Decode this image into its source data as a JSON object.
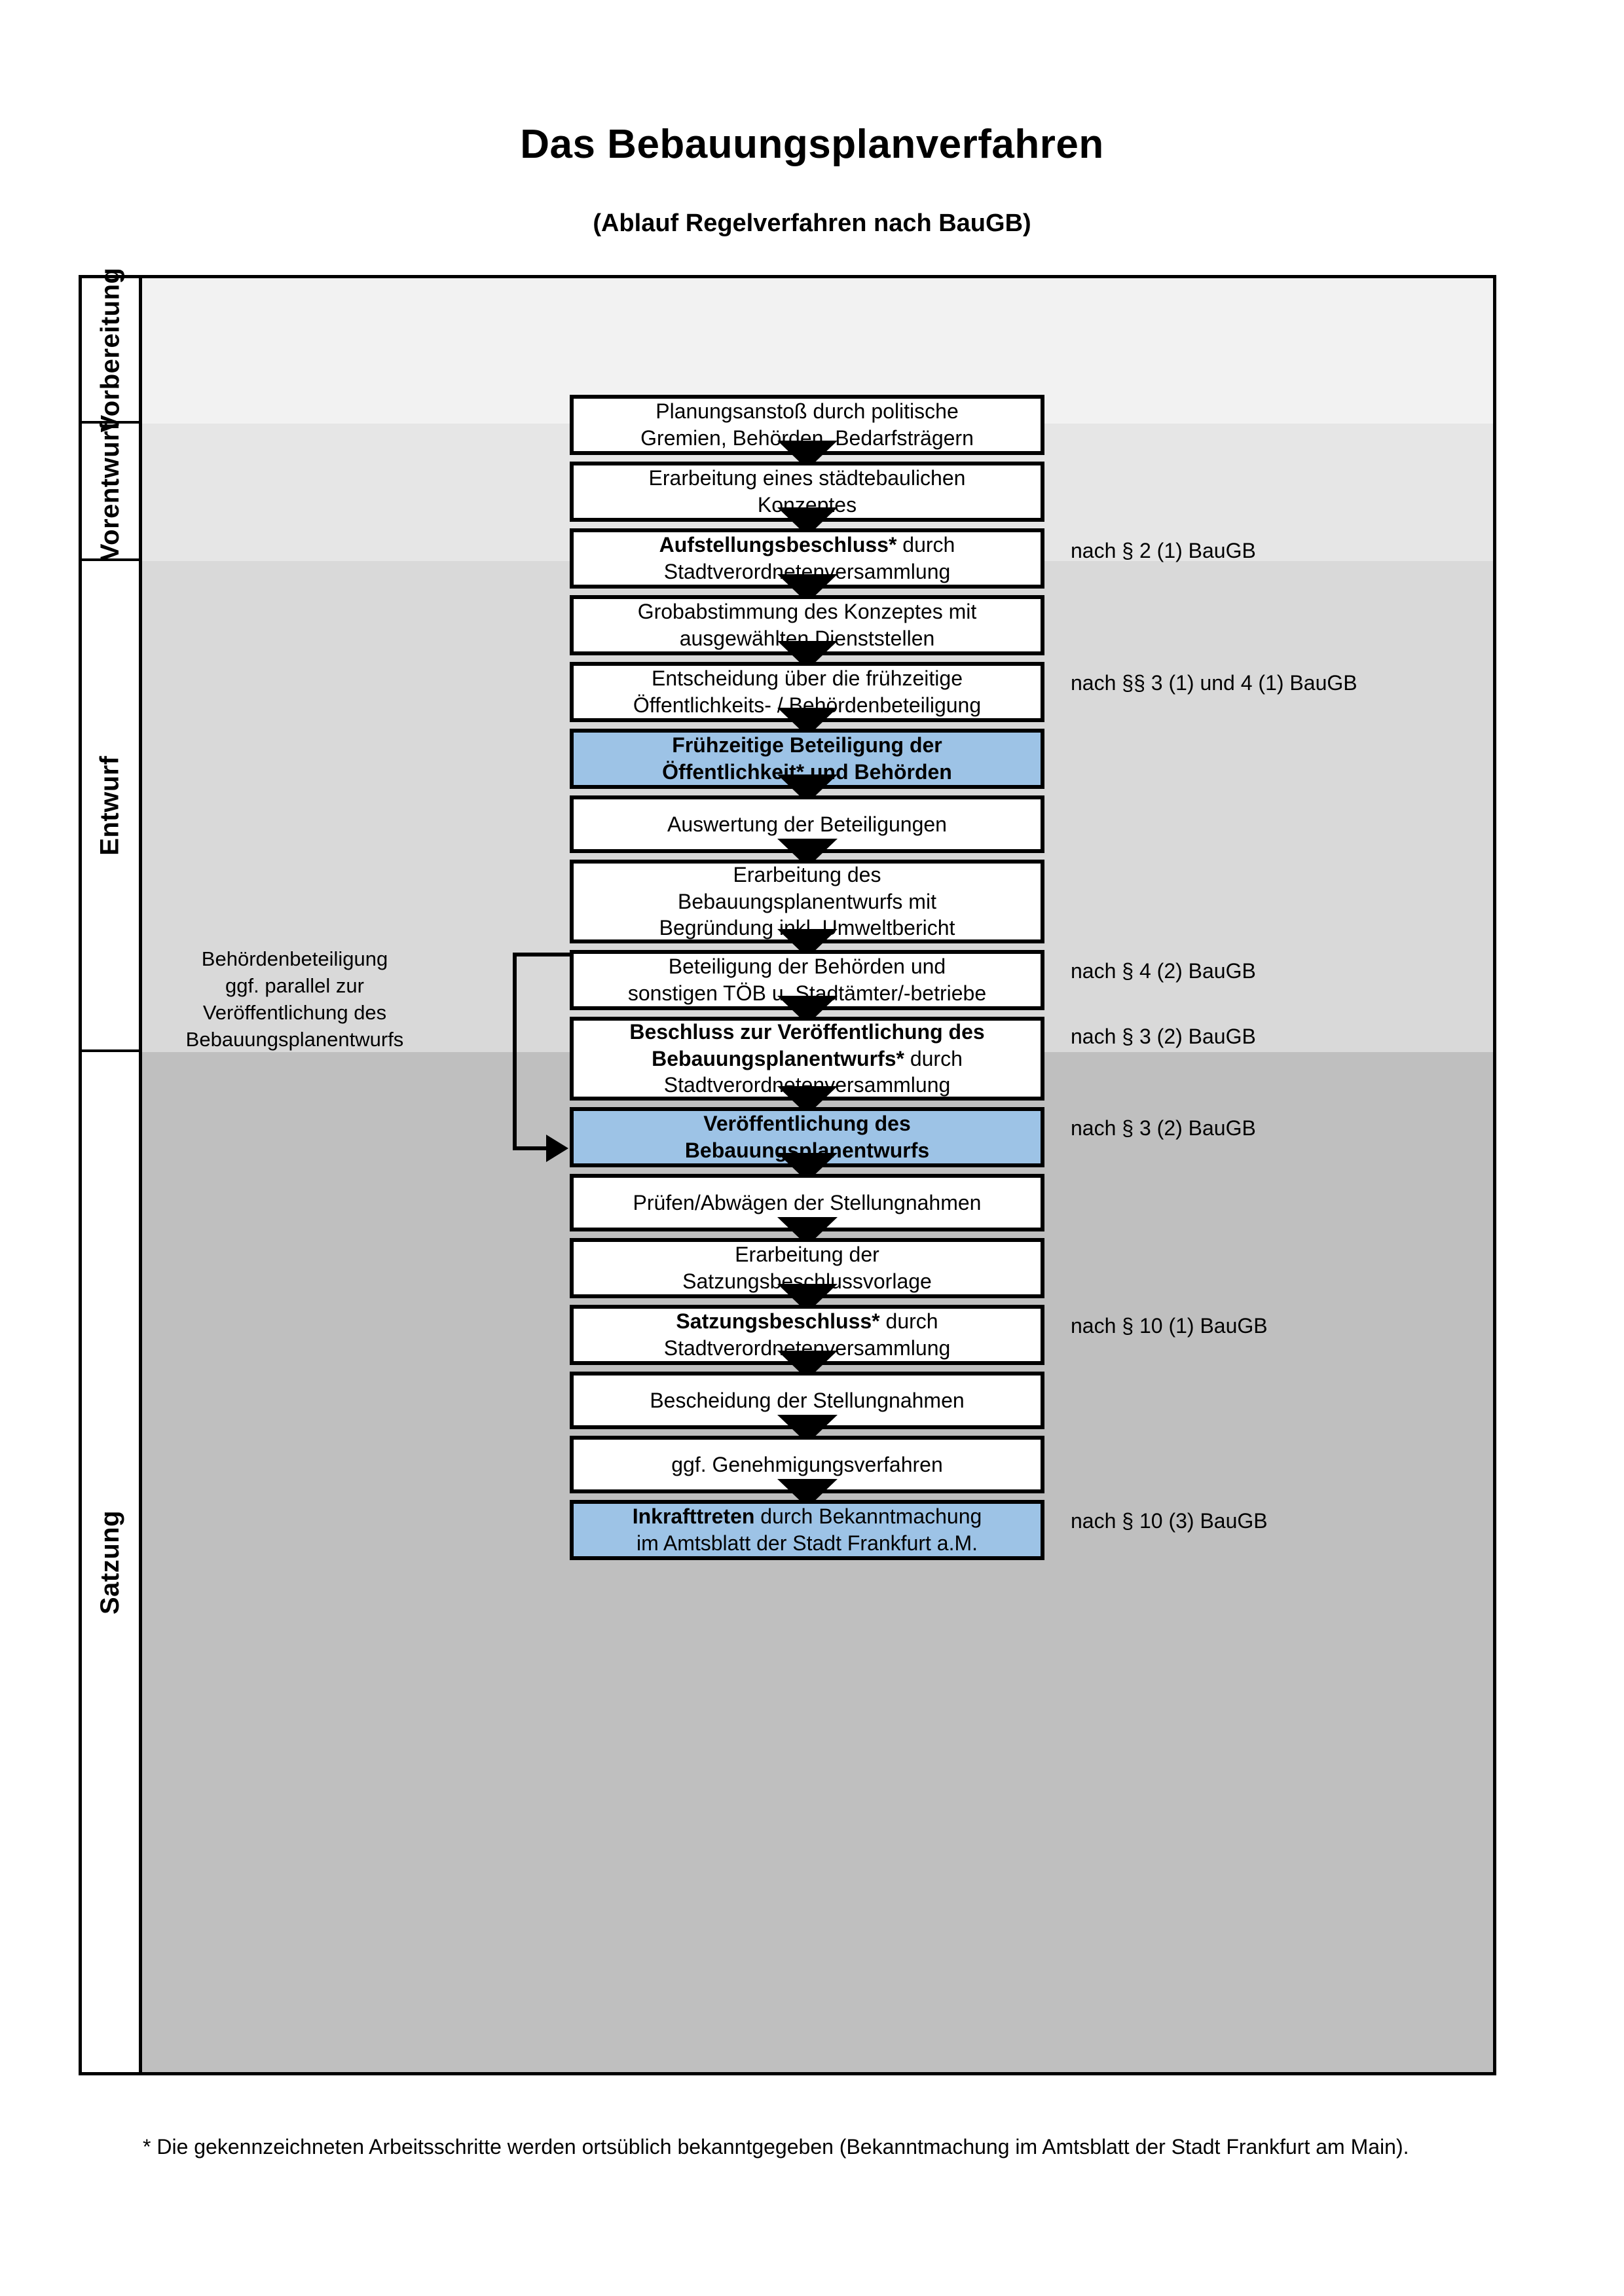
{
  "title": "Das Bebauungsplanverfahren",
  "subtitle": "(Ablauf Regelverfahren nach BauGB)",
  "phases": [
    {
      "label": "Vorbereitung",
      "color": "#F2F2F2"
    },
    {
      "label": "Vorentwurf",
      "color": "#E6E6E6"
    },
    {
      "label": "Entwurf",
      "color": "#D9D9D9"
    },
    {
      "label": "Satzung",
      "color": "#BFBFBF"
    }
  ],
  "accent_color": "#9DC3E6",
  "steps": [
    {
      "id": "planungsanstoss",
      "line1": "Planungsanstoß durch politische",
      "line2": "Gremien, Behörden, Bedarfsträgern",
      "line3": "",
      "bold": "",
      "highlight": false
    },
    {
      "id": "konzept",
      "line1": "Erarbeitung eines städtebaulichen",
      "line2": "Konzeptes",
      "line3": "",
      "bold": "",
      "highlight": false
    },
    {
      "id": "aufstellungsbeschluss",
      "line1": "Aufstellungsbeschluss* durch",
      "line2": "Stadtverordnetenversammlung",
      "line3": "",
      "bold": "Aufstellungsbeschluss*",
      "highlight": false
    },
    {
      "id": "grobabstimmung",
      "line1": "Grobabstimmung des Konzeptes mit",
      "line2": "ausgewählten Dienststellen",
      "line3": "",
      "bold": "",
      "highlight": false
    },
    {
      "id": "entscheidung-beteiligung",
      "line1": "Entscheidung über die frühzeitige",
      "line2": "Öffentlichkeits- / Behördenbeteiligung",
      "line3": "",
      "bold": "",
      "highlight": false
    },
    {
      "id": "fruehzeitige-beteiligung",
      "line1": "Frühzeitige Beteiligung der",
      "line2": "Öffentlichkeit* und Behörden",
      "line3": "",
      "bold": "ALL",
      "highlight": true
    },
    {
      "id": "auswertung",
      "line1": "Auswertung der Beteiligungen",
      "line2": "",
      "line3": "",
      "bold": "",
      "highlight": false
    },
    {
      "id": "erarbeitung-entwurf",
      "line1": "Erarbeitung des",
      "line2": "Bebauungsplanentwurfs mit",
      "line3": "Begründung inkl. Umweltbericht",
      "bold": "",
      "highlight": false
    },
    {
      "id": "beteiligung-behoerden",
      "line1": "Beteiligung der Behörden und",
      "line2": "sonstigen TÖB u. Stadtämter/-betriebe",
      "line3": "",
      "bold": "",
      "highlight": false
    },
    {
      "id": "beschluss-veroeffentlichung",
      "line1": "Beschluss zur Veröffentlichung des",
      "line2": "Bebauungsplanentwurfs* durch",
      "line3": "Stadtverordnetenversammlung",
      "bold": "Beschluss zur Veröffentlichung des Bebauungsplanentwurfs*",
      "highlight": false
    },
    {
      "id": "veroeffentlichung",
      "line1": "Veröffentlichung des",
      "line2": "Bebauungsplanentwurfs",
      "line3": "",
      "bold": "ALL",
      "highlight": true
    },
    {
      "id": "pruefen-abwaegen",
      "line1": "Prüfen/Abwägen der Stellungnahmen",
      "line2": "",
      "line3": "",
      "bold": "",
      "highlight": false
    },
    {
      "id": "satzungsbeschlussvorlage",
      "line1": "Erarbeitung der",
      "line2": "Satzungsbeschlussvorlage",
      "line3": "",
      "bold": "",
      "highlight": false
    },
    {
      "id": "satzungsbeschluss",
      "line1": "Satzungsbeschluss* durch",
      "line2": "Stadtverordnetenversammlung",
      "line3": "",
      "bold": "Satzungsbeschluss*",
      "highlight": false
    },
    {
      "id": "bescheidung",
      "line1": "Bescheidung der Stellungnahmen",
      "line2": "",
      "line3": "",
      "bold": "",
      "highlight": false
    },
    {
      "id": "genehmigungsverfahren",
      "line1": "ggf. Genehmigungsverfahren",
      "line2": "",
      "line3": "",
      "bold": "",
      "highlight": false
    },
    {
      "id": "inkrafttreten",
      "line1": "Inkrafttreten durch Bekanntmachung",
      "line2": "im Amtsblatt der Stadt Frankfurt a.M.",
      "line3": "",
      "bold": "Inkrafttreten",
      "highlight": true
    }
  ],
  "law_notes": [
    {
      "id": "note-par2",
      "text": "nach § 2 (1) BauGB"
    },
    {
      "id": "note-par3-4",
      "text": "nach §§ 3 (1) und 4 (1) BauGB"
    },
    {
      "id": "note-par4-2",
      "text": "nach § 4 (2) BauGB"
    },
    {
      "id": "note-par3-2a",
      "text": "nach § 3 (2) BauGB"
    },
    {
      "id": "note-par3-2b",
      "text": "nach § 3 (2) BauGB"
    },
    {
      "id": "note-par10-1",
      "text": "nach § 10 (1) BauGB"
    },
    {
      "id": "note-par10-3",
      "text": "nach § 10 (3) BauGB"
    }
  ],
  "side_note": {
    "line1": "Behördenbeteiligung",
    "line2": "ggf. parallel zur",
    "line3": "Veröffentlichung des",
    "line4": "Bebauungsplanentwurfs"
  },
  "footnote": "* Die gekennzeichneten Arbeitsschritte werden ortsüblich bekanntgegeben (Bekanntmachung im Amtsblatt  der Stadt Frankfurt am Main)."
}
